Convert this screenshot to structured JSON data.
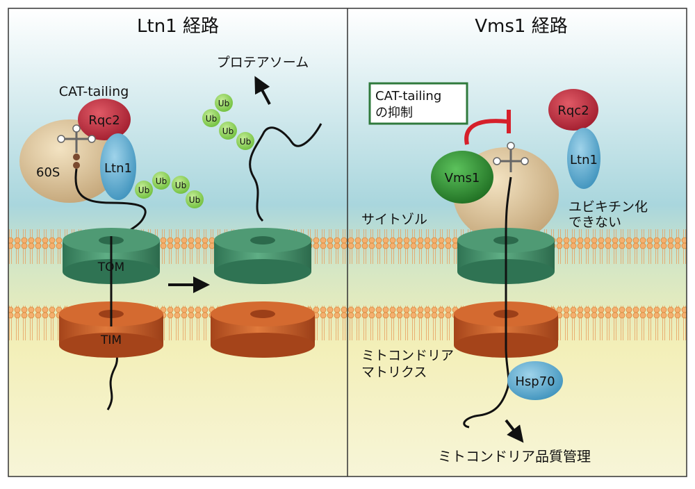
{
  "left_panel": {
    "title": "Ltn1 経路",
    "labels": {
      "cat_tailing": "CAT-tailing",
      "rqc2": "Rqc2",
      "ltn1": "Ltn1",
      "ribosome_60s": "60S",
      "proteasome": "プロテアソーム",
      "tom": "TOM",
      "tim": "TIM",
      "ub": "Ub"
    }
  },
  "right_panel": {
    "title": "Vms1 経路",
    "labels": {
      "cat_tailing_inhibit_line1": "CAT-tailing",
      "cat_tailing_inhibit_line2": "の抑制",
      "rqc2": "Rqc2",
      "ltn1": "Ltn1",
      "vms1": "Vms1",
      "no_ub_line1": "ユビキチン化",
      "no_ub_line2": "できない",
      "cytosol": "サイトゾル",
      "matrix_line1": "ミトコンドリア",
      "matrix_line2": "マトリクス",
      "hsp70": "Hsp70",
      "quality_control": "ミトコンドリア品質管理"
    }
  },
  "colors": {
    "tom_green": "#3f8f66",
    "tim_orange": "#c85a22",
    "rqc2_red": "#b8283a",
    "ltn1_blue": "#5aaed0",
    "vms1_green": "#2f8a2f",
    "ub_green": "#8ccf5a",
    "ribosome_tan": "#d2b88a",
    "inhibit_red": "#d6202a",
    "box_green": "#2f7a3c",
    "membrane_orange": "#f0a860",
    "cytosol_blue": "#a9d6dd",
    "matrix_yellow": "#f3efb8"
  }
}
